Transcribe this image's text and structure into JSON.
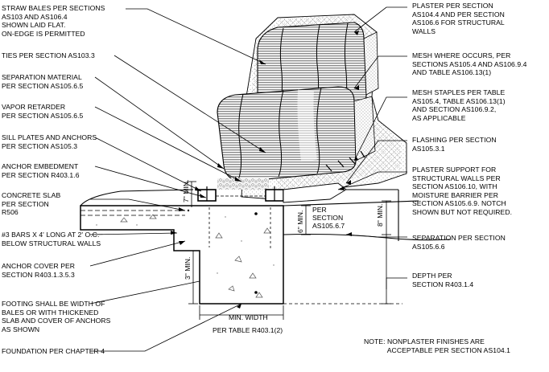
{
  "labels_left": {
    "straw_bales": "STRAW BALES PER SECTIONS\nAS103 AND AS106.4\nSHOWN LAID FLAT.\nON-EDGE IS PERMITTED",
    "ties": "TIES PER SECTION AS103.3",
    "separation_material": "SEPARATION MATERIAL\nPER SECTION AS105.6.5",
    "vapor_retarder": "VAPOR RETARDER\nPER SECTION AS105.6.5",
    "sill_plates": "SILL PLATES AND ANCHORS\nPER SECTION AS105.3",
    "anchor_embedment": "ANCHOR EMBEDMENT\nPER SECTION R403.1.6",
    "concrete_slab": "CONCRETE SLAB\nPER SECTION\nR506",
    "bars": "#3 BARS X 4' LONG AT 2' O.C.\nBELOW STRUCTURAL WALLS",
    "anchor_cover": "ANCHOR COVER PER\nSECTION R403.1.3.5.3",
    "footing": "FOOTING SHALL BE WIDTH OF\nBALES OR WITH THICKENED\nSLAB AND COVER OF ANCHORS\nAS SHOWN",
    "foundation": "FOUNDATION PER CHAPTER 4"
  },
  "labels_right": {
    "plaster": "PLASTER PER SECTION\nAS104.4 AND PER SECTION\nAS106.6 FOR STRUCTURAL\nWALLS",
    "mesh": "MESH WHERE OCCURS, PER\nSECTIONS AS105.4 AND AS106.9.4\nAND TABLE AS106.13(1)",
    "mesh_staples": "MESH STAPLES PER TABLE\nAS105.4, TABLE AS106.13(1)\nAND SECTION AS106.9.2,\nAS APPLICABLE",
    "flashing": "FLASHING PER SECTION\nAS105.3.1",
    "plaster_support": "PLASTER SUPPORT FOR\nSTRUCTURAL WALLS PER\nSECTION AS106.10, WITH\nMOISTURE BARRIER PER\nSECTION AS105.6.9. NOTCH\nSHOWN BUT NOT REQUIRED.",
    "separation": "SEPARATION PER SECTION\nAS105.6.6",
    "depth": "DEPTH PER\nSECTION R403.1.4",
    "note": "NOTE: NONPLASTER FINISHES ARE\n            ACCEPTABLE PER SECTION AS104.1"
  },
  "dimensions": {
    "seven_min": "7\" MIN.",
    "three_min": "3\" MIN.",
    "six_min": "6\" MIN.",
    "eight_min": "8\" MIN.",
    "per_section": "PER\nSECTION\nAS105.6.7",
    "min_width": "MIN. WIDTH",
    "per_table": "PER TABLE R403.1(2)"
  },
  "colors": {
    "ink": "#000000",
    "bale_stripe": "#555555",
    "plaster_dot": "#8a8a8a",
    "background": "#ffffff"
  }
}
